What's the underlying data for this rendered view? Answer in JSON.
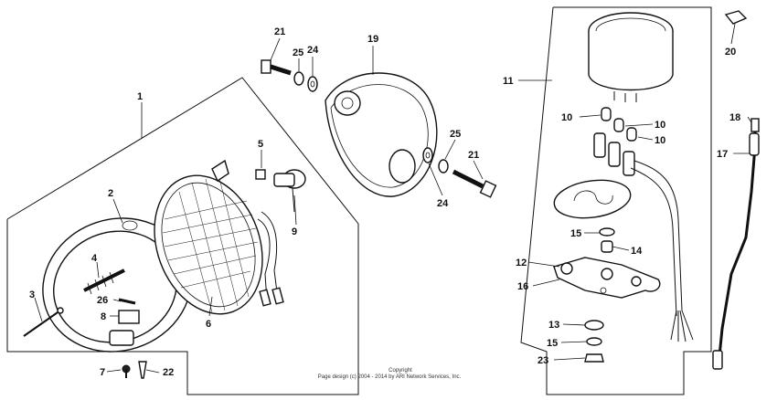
{
  "callouts": {
    "c1": "1",
    "c2": "2",
    "c3": "3",
    "c4": "4",
    "c5": "5",
    "c6": "6",
    "c7": "7",
    "c8": "8",
    "c9": "9",
    "c10a": "10",
    "c10b": "10",
    "c10c": "10",
    "c11": "11",
    "c12": "12",
    "c13": "13",
    "c14": "14",
    "c15a": "15",
    "c15b": "15",
    "c16": "16",
    "c17": "17",
    "c18": "18",
    "c19": "19",
    "c20": "20",
    "c21a": "21",
    "c21b": "21",
    "c22": "22",
    "c23": "23",
    "c24a": "24",
    "c24b": "24",
    "c25a": "25",
    "c25b": "25",
    "c26": "26"
  },
  "copyright": {
    "line1": "Copyright",
    "line2": "Page design (c) 2004 - 2014 by ARI Network Services, Inc."
  }
}
